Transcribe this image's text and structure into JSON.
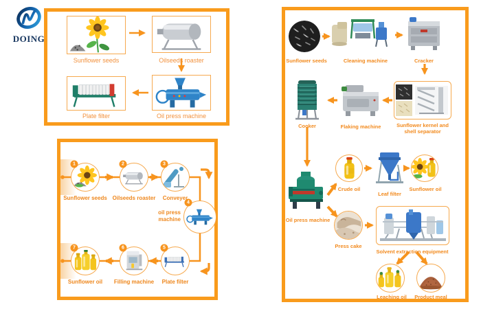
{
  "logo": {
    "text": "DOING"
  },
  "colors": {
    "accent_border": "#F99B1C",
    "thin_border": "#F6A94E",
    "label_text": "#EE871D",
    "badge_bg": "#F7941E",
    "logo_text": "#16355E"
  },
  "p1": {
    "steps": [
      {
        "label": "Sunflower seeds"
      },
      {
        "label": "Oilseeds roaster"
      },
      {
        "label": "Oil press machine"
      },
      {
        "label": "Plate filter"
      }
    ]
  },
  "p2": {
    "steps": [
      {
        "num": "1",
        "label": "Sunflower seeds"
      },
      {
        "num": "2",
        "label": "Oilseeds roaster"
      },
      {
        "num": "3",
        "label": "Conveyer"
      },
      {
        "num": "4",
        "label": "oil press machine"
      },
      {
        "num": "5",
        "label": "Plate filter"
      },
      {
        "num": "6",
        "label": "Filling machine"
      },
      {
        "num": "7",
        "label": "Sunflower oil"
      }
    ]
  },
  "p3": {
    "steps": [
      {
        "label": "Sunflower seeds"
      },
      {
        "label": "Cleaning machine"
      },
      {
        "label": "Cracker"
      },
      {
        "label": "Sunflower kernel and shell separator"
      },
      {
        "label": "Flaking machine"
      },
      {
        "label": "Cooker"
      },
      {
        "label": "Oil press machine"
      },
      {
        "label": "Crude oil"
      },
      {
        "label": "Leaf filter"
      },
      {
        "label": "Sunflower oil"
      },
      {
        "label": "Press cake"
      },
      {
        "label": "Solvent extraction equipment"
      },
      {
        "label": "Leaching oil"
      },
      {
        "label": "Product meal"
      }
    ]
  }
}
